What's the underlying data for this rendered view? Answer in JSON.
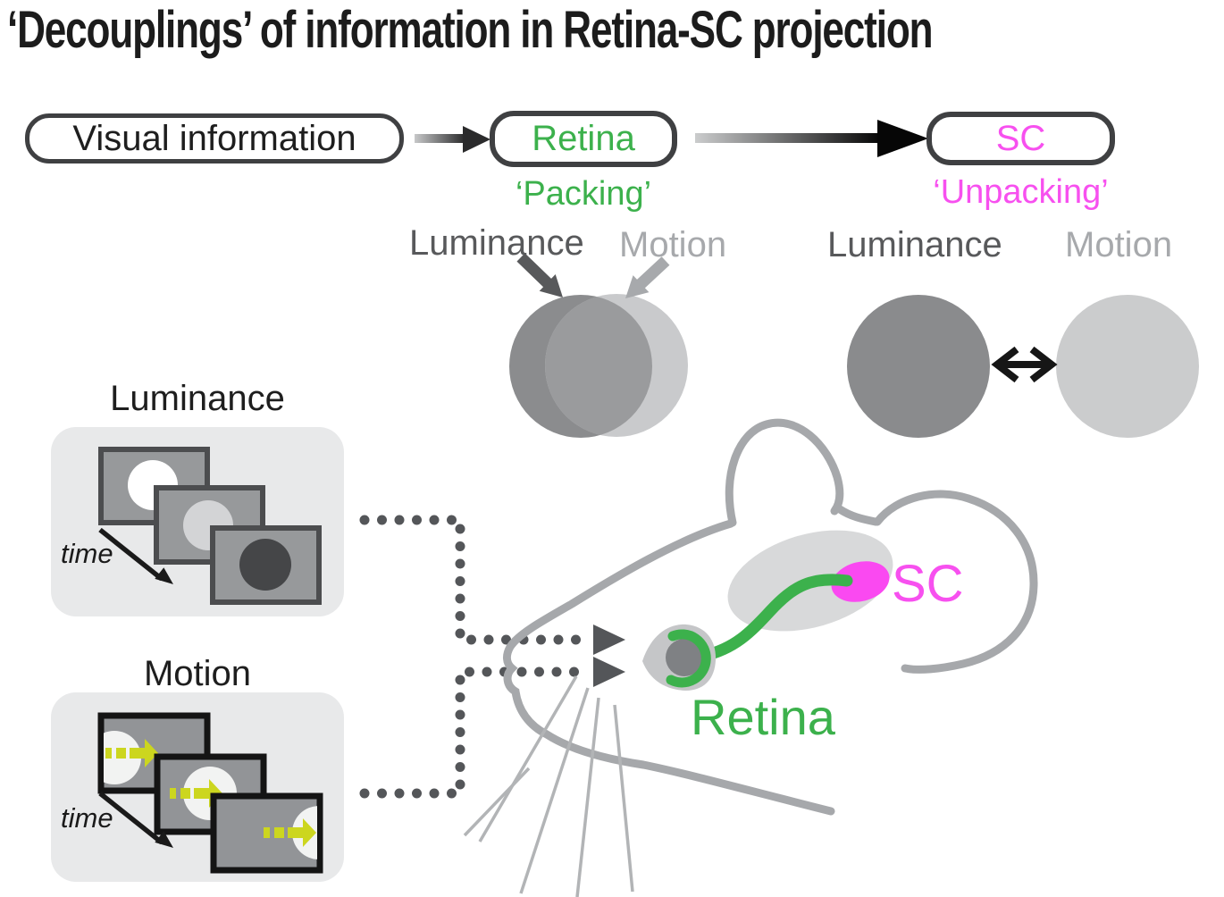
{
  "title": "‘Decouplings’ of information in Retina-SC projection",
  "flow": {
    "input_label": "Visual information",
    "retina_label": "Retina",
    "sc_label": "SC",
    "packing_label": "‘Packing’",
    "unpacking_label": "‘Unpacking’"
  },
  "packing_side": {
    "luminance_label": "Luminance",
    "motion_label": "Motion"
  },
  "unpacking_side": {
    "luminance_label": "Luminance",
    "motion_label": "Motion"
  },
  "stimulus_panels": {
    "luminance": {
      "title": "Luminance",
      "time_label": "time"
    },
    "motion": {
      "title": "Motion",
      "time_label": "time"
    }
  },
  "mouse": {
    "retina_label": "Retina",
    "sc_label": "SC"
  },
  "colors": {
    "green": "#3cb14c",
    "magenta": "#f750ef",
    "sc_blob_magenta": "#fa49f1",
    "dark_gray_label": "#58595b",
    "light_gray_label": "#a7a9ac",
    "venn_dark_circle": "#8b8c8e",
    "venn_light_circle": "#c9cacc",
    "venn_overlap": "#9a9b9d",
    "panel_background": "#e8e9ea",
    "frame_fill": "#97999b",
    "yellow_motion_arrow": "#ccd61f",
    "dotted_connector": "#545659",
    "mouse_outline": "#a6a8ab",
    "brain_blob": "#d8d9da",
    "eye_socket": "#c5c6c8",
    "pupil": "#7f8184"
  }
}
